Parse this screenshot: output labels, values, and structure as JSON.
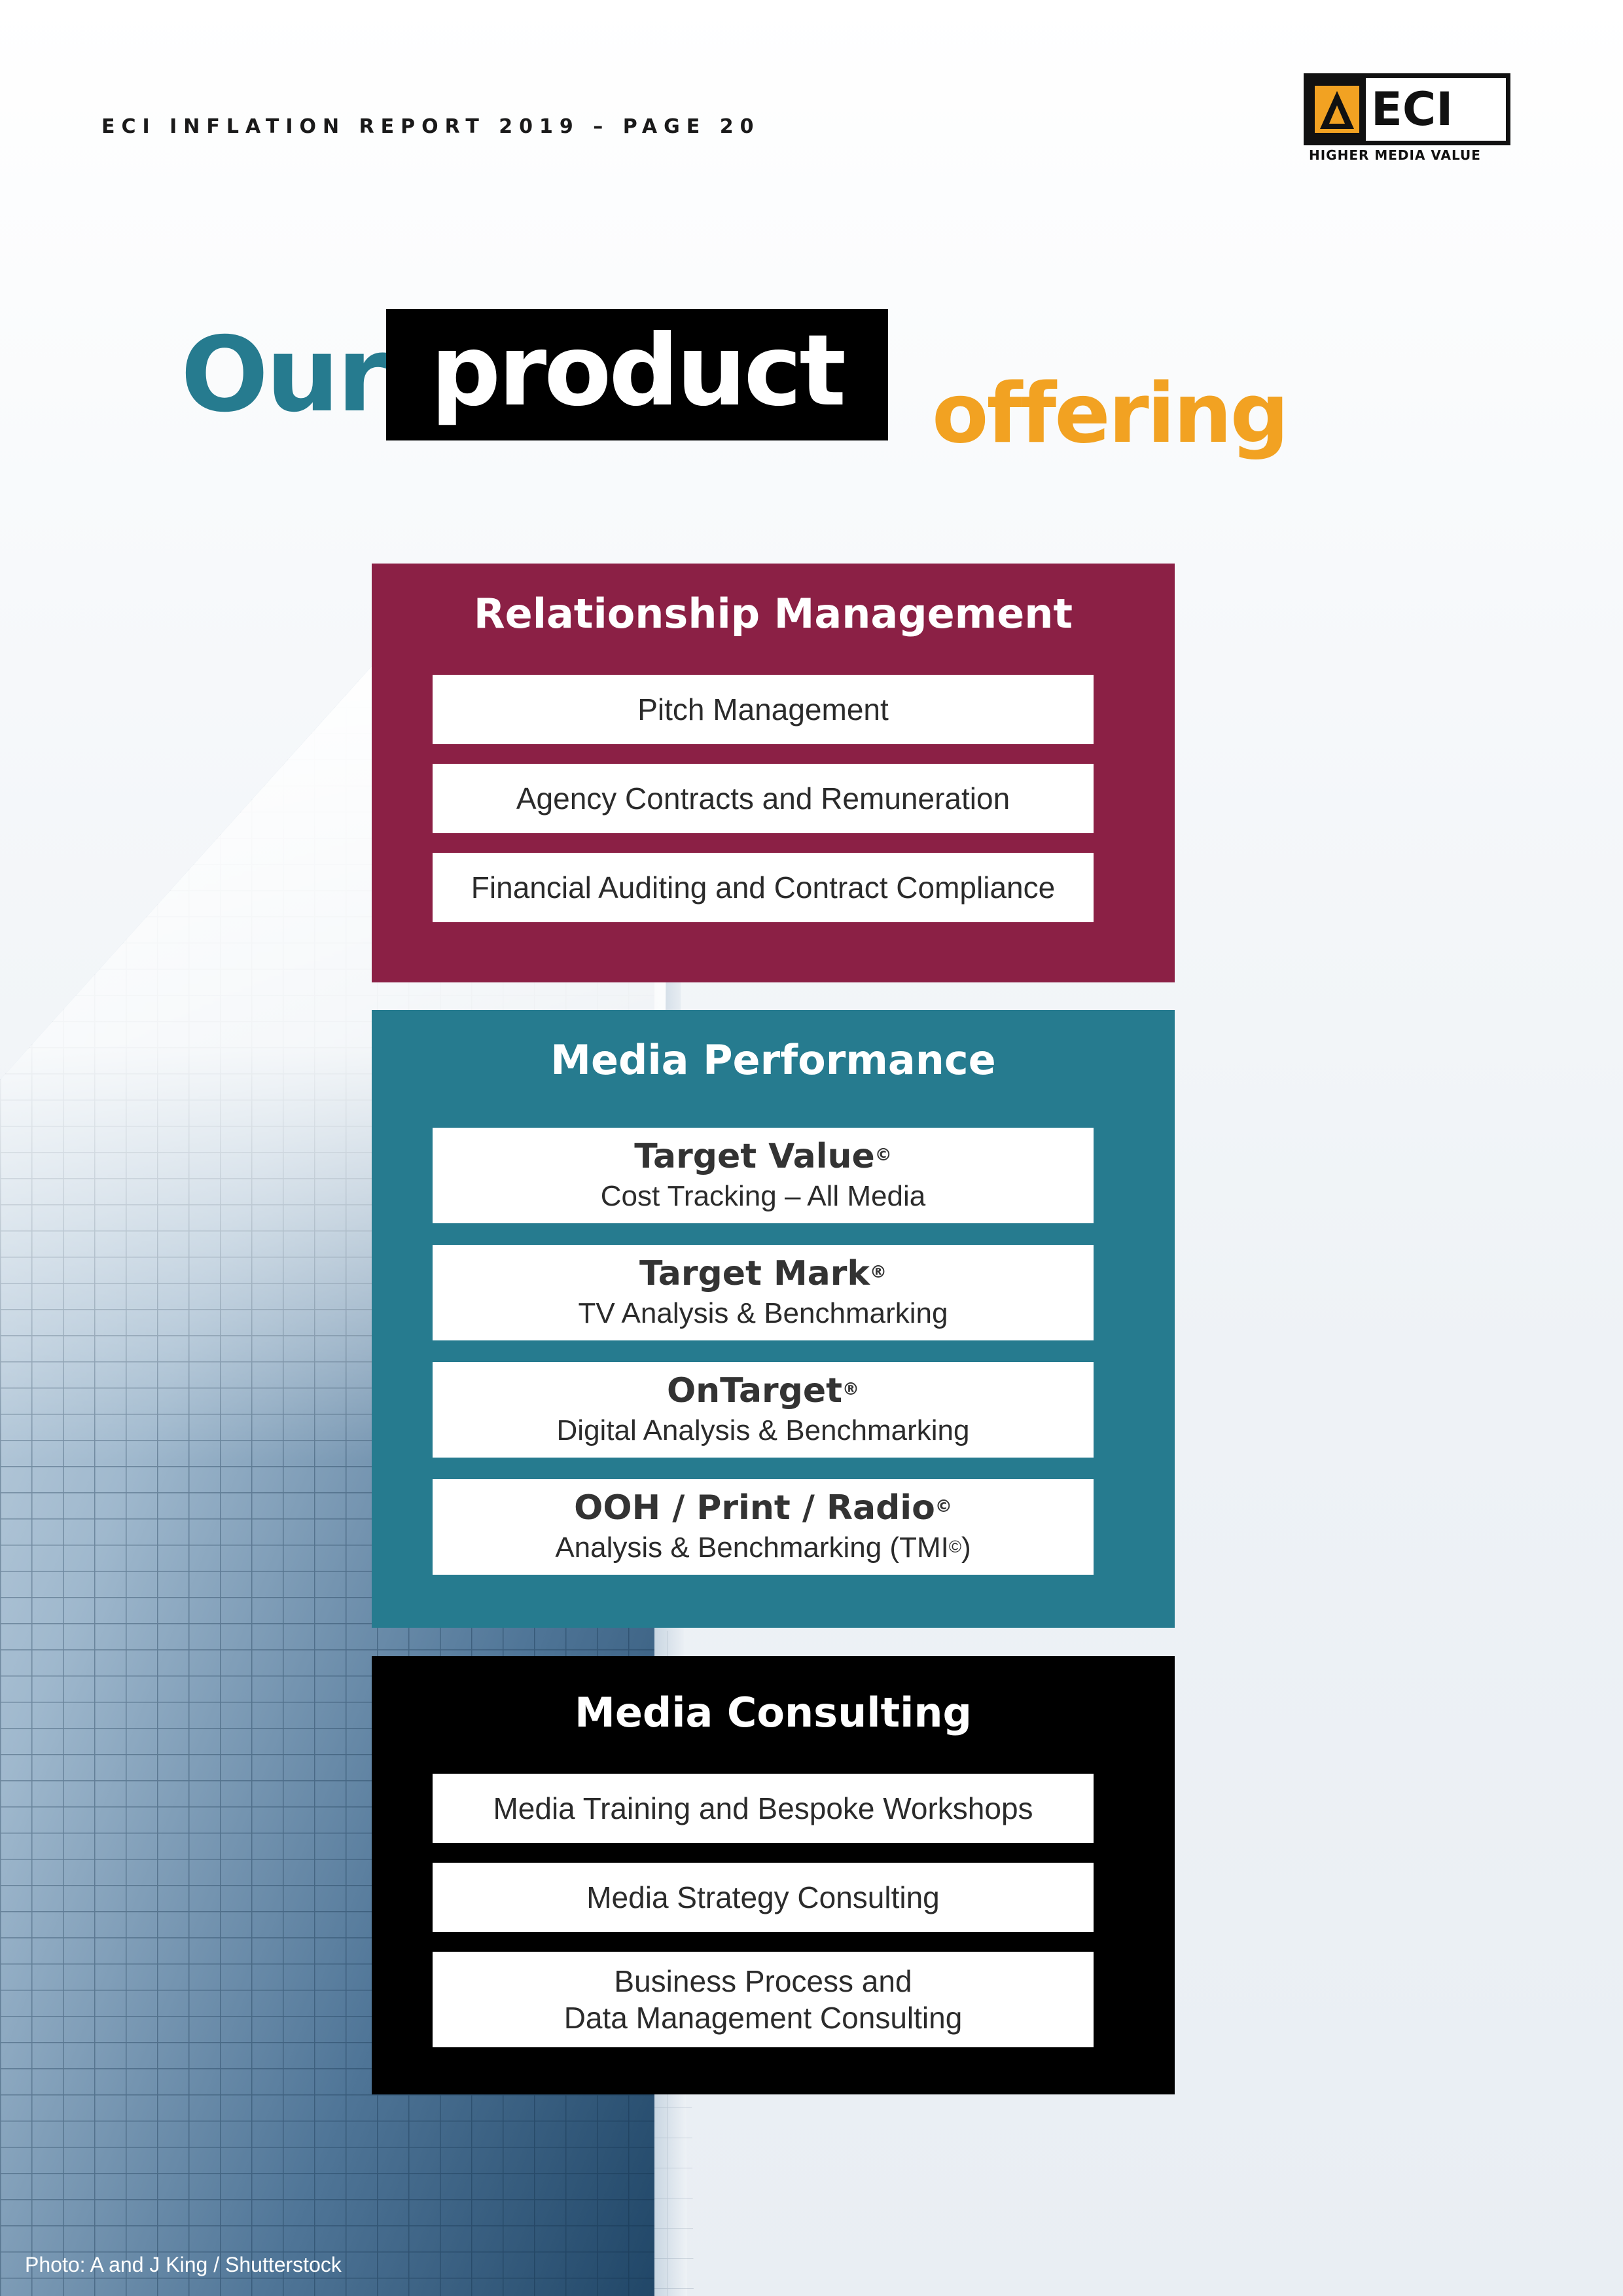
{
  "header": {
    "report_label": "ECI INFLATION REPORT 2019 – PAGE 20"
  },
  "logo": {
    "icon": "eci-triangle-logo-icon",
    "wordmark": "ECI",
    "tagline": "HIGHER MEDIA VALUE"
  },
  "title": {
    "word1": "Our",
    "word2": "product",
    "word3": "offering"
  },
  "colors": {
    "teal": "#267b8f",
    "orange": "#f2a222",
    "burgundy": "#8b2045",
    "black": "#000000"
  },
  "relationship": {
    "title": "Relationship Management",
    "items": [
      "Pitch Management",
      "Agency Contracts and Remuneration",
      "Financial Auditing and Contract Compliance"
    ]
  },
  "media_performance": {
    "title": "Media Performance",
    "items": [
      {
        "name": "Target Value",
        "mark": "©",
        "sub": "Cost Tracking – All Media"
      },
      {
        "name": "Target Mark",
        "mark": "®",
        "sub": "TV Analysis & Benchmarking"
      },
      {
        "name": "OnTarget",
        "mark": "®",
        "sub": "Digital Analysis & Benchmarking"
      },
      {
        "name": "OOH / Print / Radio",
        "mark": "©",
        "sub_pre": "Analysis & Benchmarking (TMI",
        "sub_mark": "©",
        "sub_post": ")"
      }
    ]
  },
  "media_consulting": {
    "title": "Media Consulting",
    "items": [
      "Media Training and Bespoke Workshops",
      "Media Strategy Consulting",
      "Business Process and",
      "Data Management Consulting"
    ]
  },
  "photo_credit": "Photo: A and J King / Shutterstock"
}
